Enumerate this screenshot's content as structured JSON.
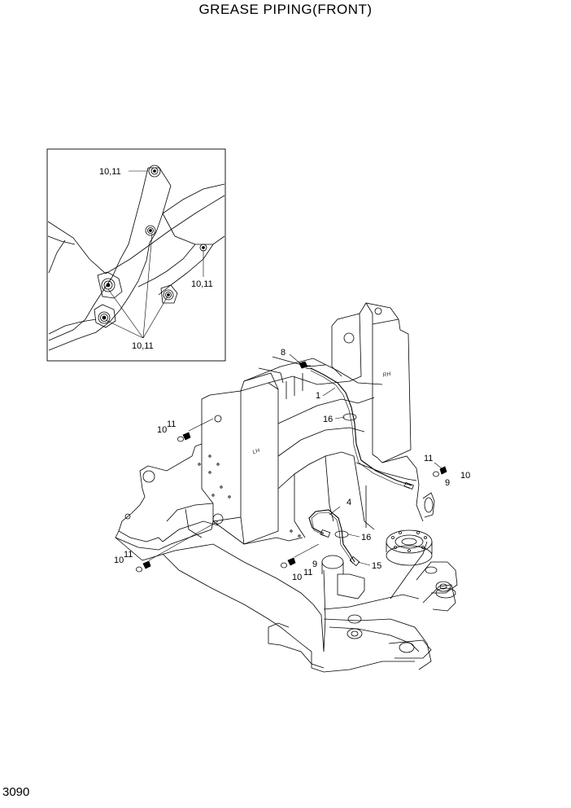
{
  "title": "GREASE PIPING(FRONT)",
  "page_number": "3090",
  "detail_callouts": {
    "top": "10,11",
    "right": "10,11",
    "bottom": "10,11"
  },
  "side_marks": {
    "left": "LH",
    "right": "RH"
  },
  "callouts": {
    "c8": "8",
    "c1": "1",
    "c16_top": "16",
    "c11_right": "11",
    "c10_right": "10",
    "c9_right": "9",
    "c4": "4",
    "c16_mid": "16",
    "c15": "15",
    "c9_mid": "9",
    "c11_mid": "11",
    "c10_mid": "10",
    "c11_left_upper": "11",
    "c10_left_upper": "10",
    "c11_left_lower": "11",
    "c10_left_lower": "10"
  }
}
